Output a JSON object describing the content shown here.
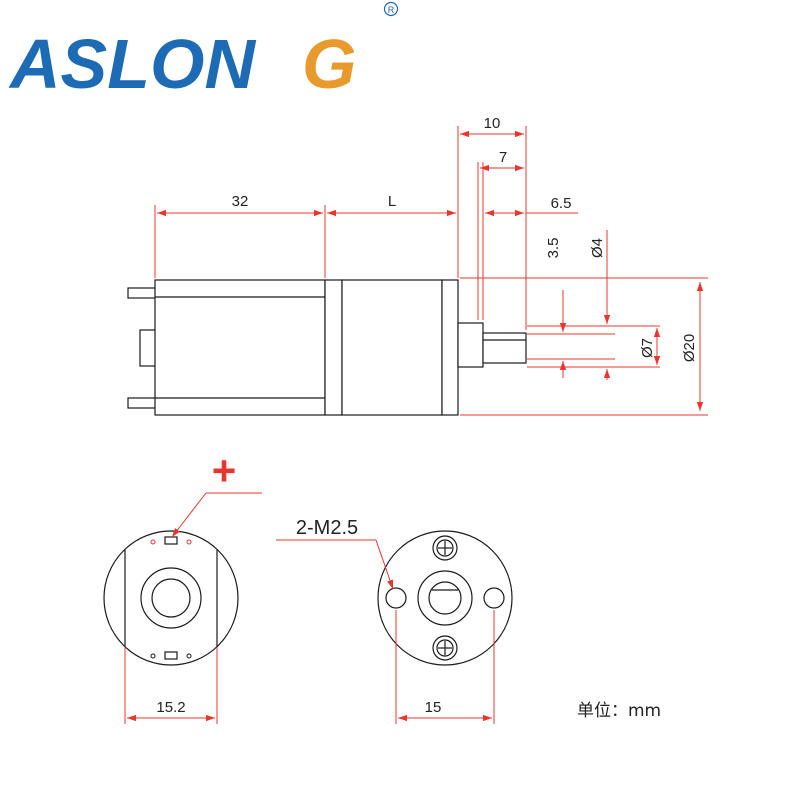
{
  "brand": {
    "name": "ASLON",
    "last_letter": "G",
    "registered_mark": "R",
    "blue": "#1d6bb5",
    "orange": "#e89a2c"
  },
  "colors": {
    "dimension": "#e8362f",
    "outline": "#1a1a1a"
  },
  "dimensions": {
    "d10": "10",
    "d7": "7",
    "d6_5": "6.5",
    "d32": "32",
    "dL": "L",
    "d3_5": "3.5",
    "d4": "Ø4",
    "dia7": "Ø7",
    "dia20": "Ø20",
    "d15_2": "15.2",
    "d15": "15"
  },
  "callouts": {
    "terminal_polarity": "+",
    "screw_holes": "2-M2.5"
  },
  "unit_label": "单位：mm"
}
